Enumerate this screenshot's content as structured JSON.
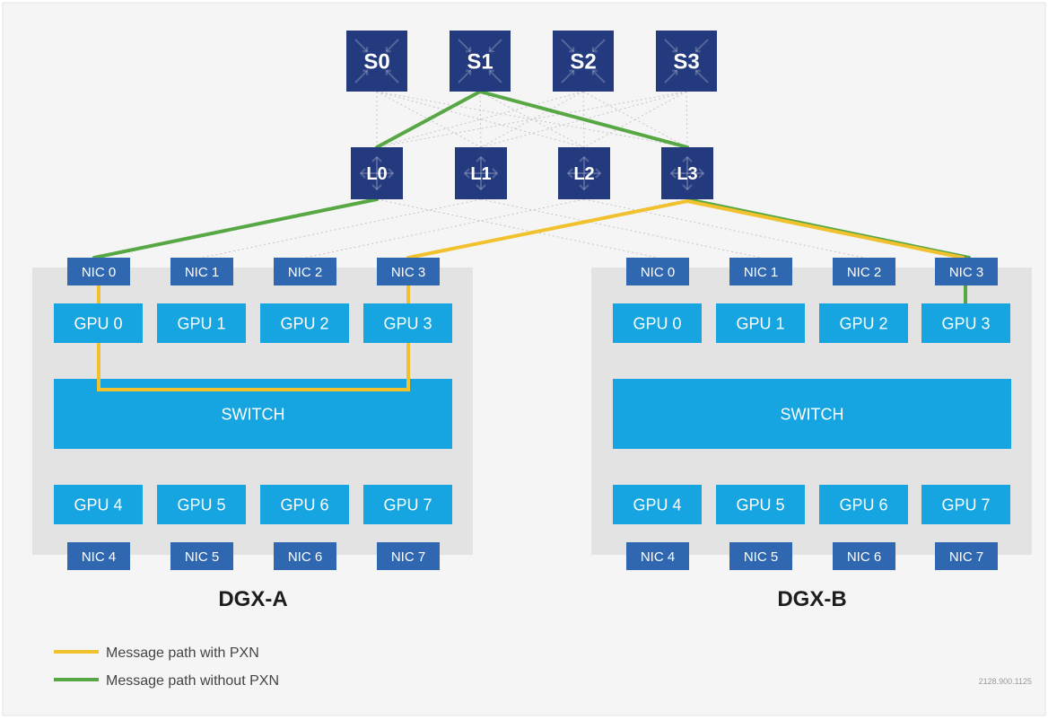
{
  "colors": {
    "page_bg": "#f5f5f5",
    "border": "#e3e3e3",
    "node_box": "#e3e3e3",
    "switch_tile": "#243a7e",
    "nic": "#2f68b0",
    "gpu": "#16a5e0",
    "white": "#ffffff",
    "pxn_path": "#f2c12e",
    "no_pxn_path": "#57a845",
    "dotted": "#c6c6c6",
    "label": "#1d1d1d",
    "legend_text": "#444444",
    "footnote": "#9a9a9a"
  },
  "spines": [
    "S0",
    "S1",
    "S2",
    "S3"
  ],
  "leaves": [
    "L0",
    "L1",
    "L2",
    "L3"
  ],
  "systems": [
    {
      "name": "DGX-A",
      "nics_top": [
        "NIC 0",
        "NIC 1",
        "NIC 2",
        "NIC 3"
      ],
      "gpus_top": [
        "GPU 0",
        "GPU 1",
        "GPU 2",
        "GPU 3"
      ],
      "switch": "SWITCH",
      "gpus_bottom": [
        "GPU 4",
        "GPU 5",
        "GPU 6",
        "GPU 7"
      ],
      "nics_bottom": [
        "NIC 4",
        "NIC 5",
        "NIC 6",
        "NIC 7"
      ]
    },
    {
      "name": "DGX-B",
      "nics_top": [
        "NIC 0",
        "NIC 1",
        "NIC 2",
        "NIC 3"
      ],
      "gpus_top": [
        "GPU 0",
        "GPU 1",
        "GPU 2",
        "GPU 3"
      ],
      "switch": "SWITCH",
      "gpus_bottom": [
        "GPU 4",
        "GPU 5",
        "GPU 6",
        "GPU 7"
      ],
      "nics_bottom": [
        "NIC 4",
        "NIC 5",
        "NIC 6",
        "NIC 7"
      ]
    }
  ],
  "legend": [
    {
      "label": "Message path with PXN",
      "color": "#f2c12e"
    },
    {
      "label": "Message path without PXN",
      "color": "#57a845"
    }
  ],
  "footnote": "2128.900.1125"
}
